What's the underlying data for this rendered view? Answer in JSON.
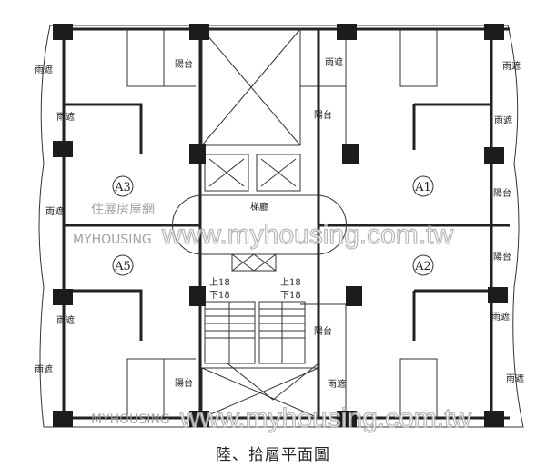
{
  "title": "陸、拾層平面圖",
  "units": {
    "a1": "A1",
    "a2": "A2",
    "a3": "A3",
    "a5": "A5"
  },
  "lobby": "梯廳",
  "stairs": {
    "up_left": "上18",
    "down_left": "下18",
    "up_right": "上18",
    "down_right": "下18"
  },
  "labels": {
    "canopy": "雨遮",
    "balcony": "陽台"
  },
  "watermark": {
    "brand": "住展房屋網",
    "logo": "MYHOUSING",
    "url": "www.myhousing.com.tw"
  },
  "colors": {
    "wall": "#222222",
    "column": "#1c1c1c",
    "paper": "#ffffff"
  }
}
